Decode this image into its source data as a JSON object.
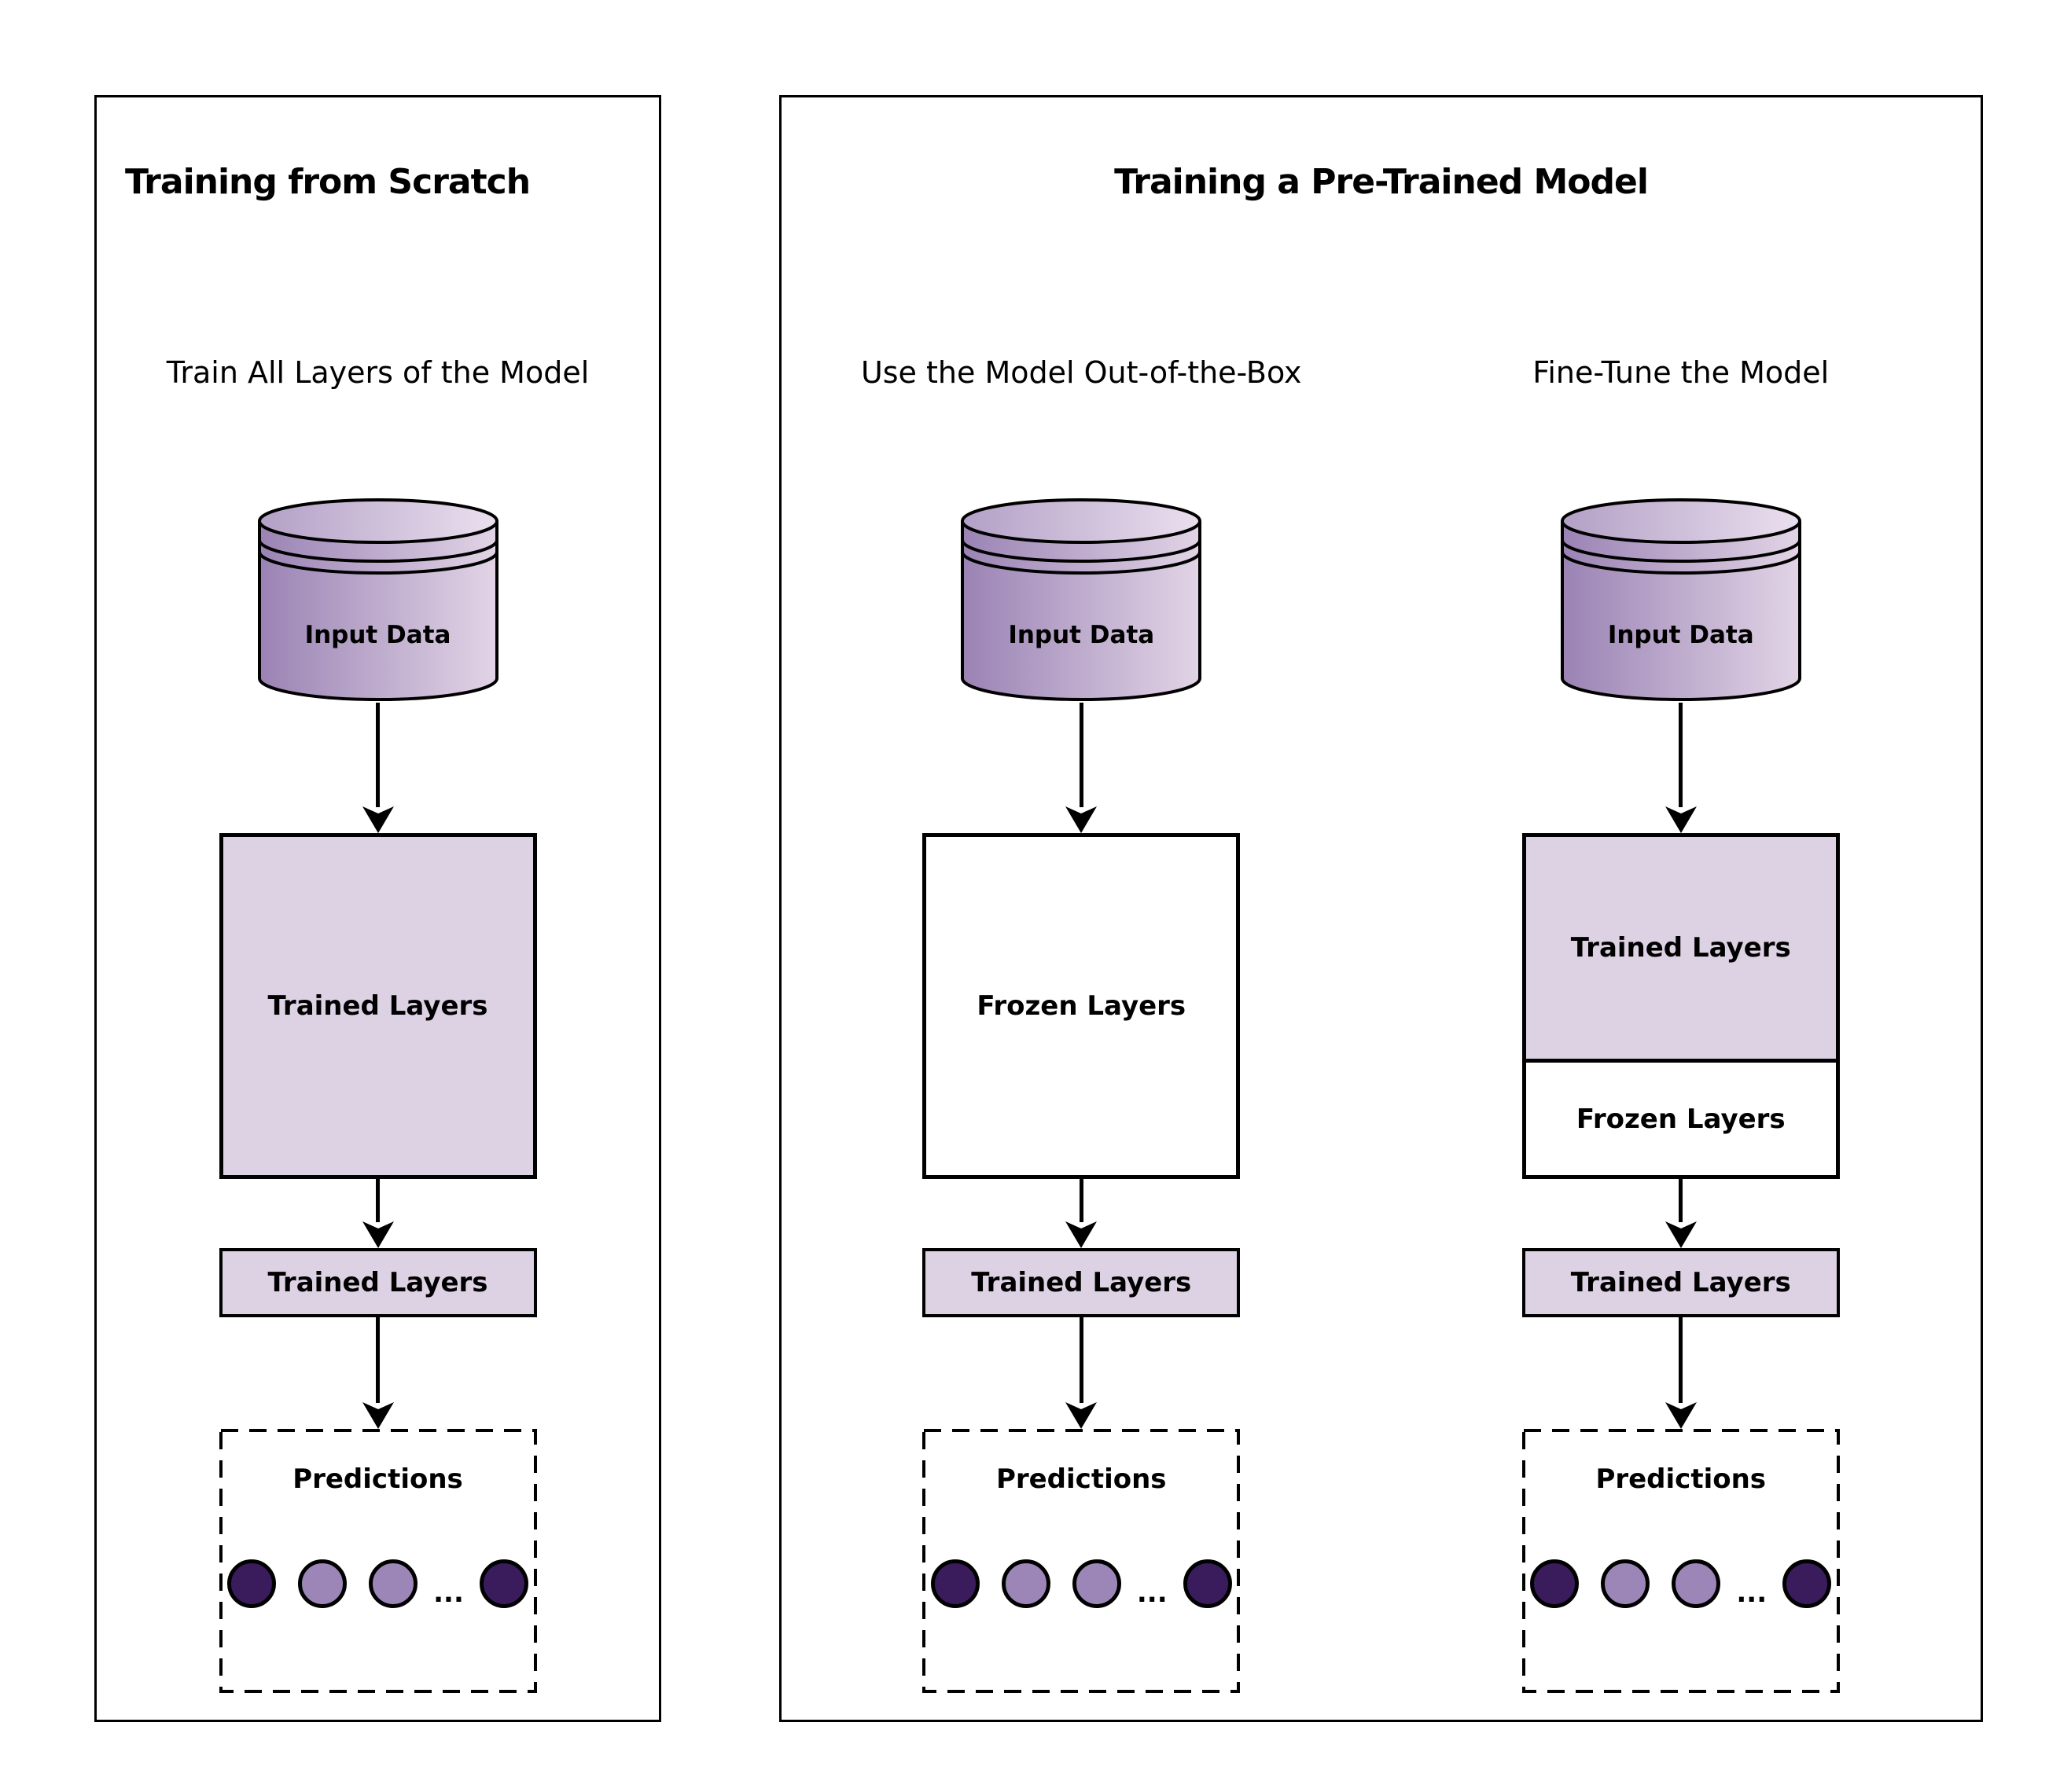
{
  "colors": {
    "bg": "#ffffff",
    "ink": "#000000",
    "purple_fill": "#ddd2e4",
    "cyl_left": "#9a83b4",
    "cyl_right": "#e2d4e6",
    "cyl_top_left": "#b3a0c6",
    "cyl_top_right": "#eadfee",
    "dot_dark": "#3a1b5c",
    "dot_light": "#9c86b7"
  },
  "panels": [
    {
      "title": "Training from Scratch",
      "columns": [
        {
          "subtitle": "Train All Layers of the Model",
          "cylinder_label": "Input Data",
          "big_box": {
            "style": "trained",
            "label": "Trained Layers"
          },
          "small_box_label": "Trained Layers",
          "predictions": {
            "title": "Predictions",
            "ellipsis": "...",
            "dots": [
              "dark",
              "light",
              "light",
              "dark"
            ]
          }
        }
      ]
    },
    {
      "title": "Training a Pre-Trained Model",
      "columns": [
        {
          "subtitle": "Use the Model Out-of-the-Box",
          "cylinder_label": "Input Data",
          "big_box": {
            "style": "frozen",
            "label": "Frozen Layers"
          },
          "small_box_label": "Trained Layers",
          "predictions": {
            "title": "Predictions",
            "ellipsis": "...",
            "dots": [
              "dark",
              "light",
              "light",
              "dark"
            ]
          }
        },
        {
          "subtitle": "Fine-Tune the Model",
          "cylinder_label": "Input Data",
          "big_box": {
            "style": "split",
            "top_label": "Trained Layers",
            "bottom_label": "Frozen Layers"
          },
          "small_box_label": "Trained Layers",
          "predictions": {
            "title": "Predictions",
            "ellipsis": "...",
            "dots": [
              "dark",
              "light",
              "light",
              "dark"
            ]
          }
        }
      ]
    }
  ]
}
